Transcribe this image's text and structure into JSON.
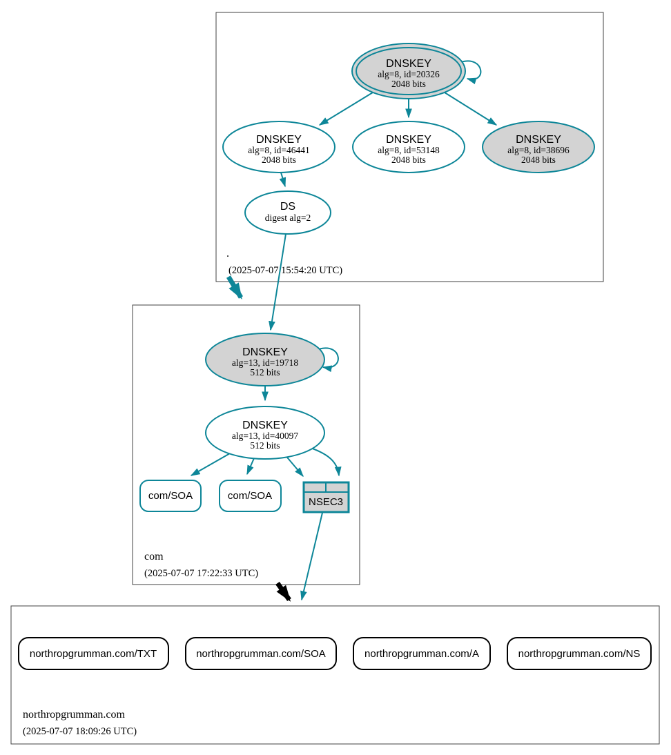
{
  "diagram": {
    "kind": "dnssec-authentication-chain",
    "colors": {
      "secure_edge": "#0d8698",
      "ksk_fill": "#d3d3d3",
      "node_fill": "#ffffff",
      "insecure_edge": "#000000",
      "zone_box_border": "#404040"
    }
  },
  "zones": {
    "root": {
      "label": ".",
      "timestamp": "(2025-07-07 15:54:20 UTC)",
      "ksk": {
        "title": "DNSKEY",
        "detail1": "alg=8, id=20326",
        "detail2": "2048 bits"
      },
      "zsk_left": {
        "title": "DNSKEY",
        "detail1": "alg=8, id=46441",
        "detail2": "2048 bits"
      },
      "zsk_mid": {
        "title": "DNSKEY",
        "detail1": "alg=8, id=53148",
        "detail2": "2048 bits"
      },
      "zsk_right": {
        "title": "DNSKEY",
        "detail1": "alg=8, id=38696",
        "detail2": "2048 bits"
      },
      "ds": {
        "title": "DS",
        "detail1": "digest alg=2"
      }
    },
    "com": {
      "label": "com",
      "timestamp": "(2025-07-07 17:22:33 UTC)",
      "ksk": {
        "title": "DNSKEY",
        "detail1": "alg=13, id=19718",
        "detail2": "512 bits"
      },
      "zsk": {
        "title": "DNSKEY",
        "detail1": "alg=13, id=40097",
        "detail2": "512 bits"
      },
      "rrsets": [
        {
          "label": "com/SOA"
        },
        {
          "label": "com/SOA"
        }
      ],
      "nsec3": {
        "label": "NSEC3"
      }
    },
    "northropgrumman": {
      "label": "northropgrumman.com",
      "timestamp": "(2025-07-07 18:09:26 UTC)",
      "rrsets": [
        {
          "label": "northropgrumman.com/TXT"
        },
        {
          "label": "northropgrumman.com/SOA"
        },
        {
          "label": "northropgrumman.com/A"
        },
        {
          "label": "northropgrumman.com/NS"
        }
      ]
    }
  }
}
